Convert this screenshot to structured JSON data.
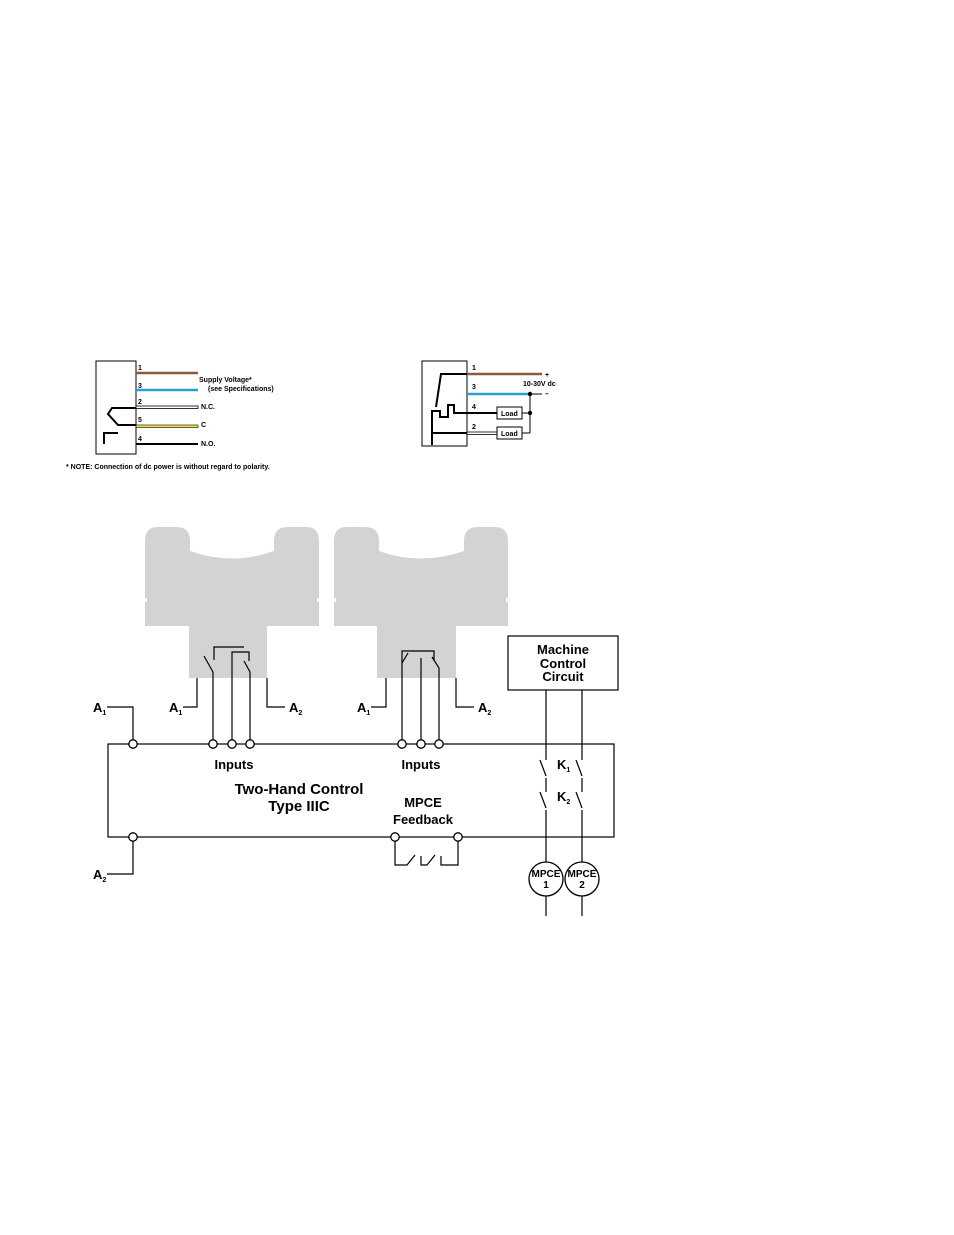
{
  "wiring_left": {
    "pins": [
      "1",
      "3",
      "2",
      "5",
      "4"
    ],
    "supply_voltage": "Supply Voltage*",
    "see_specs": "(see Specifications)",
    "nc": "N.C.",
    "c": "C",
    "no": "N.O.",
    "note": "* NOTE: Connection of dc power is without regard to polarity.",
    "colors": {
      "brown": "#8b5a3c",
      "blue": "#2a9fd6",
      "white": "#ffffff",
      "yellow": "#f2e24a",
      "black": "#000000"
    }
  },
  "wiring_right": {
    "pins": [
      "1",
      "3",
      "4",
      "2"
    ],
    "plus": "+",
    "minus": "–",
    "voltage": "10-30V dc",
    "load1": "Load",
    "load2": "Load"
  },
  "main": {
    "mcc_line1": "Machine",
    "mcc_line2": "Control",
    "mcc_line3": "Circuit",
    "a_label": "A",
    "sub1": "1",
    "sub2": "2",
    "inputs1": "Inputs",
    "inputs2": "Inputs",
    "thc_line1": "Two-Hand Control",
    "thc_line2": "Type IIIC",
    "mpce_fb_line1": "MPCE",
    "mpce_fb_line2": "Feedback",
    "k_label": "K",
    "mpce1_top": "MPCE",
    "mpce1_bot": "1",
    "mpce2_top": "MPCE",
    "mpce2_bot": "2",
    "housing_color": "#d3d3d3"
  }
}
